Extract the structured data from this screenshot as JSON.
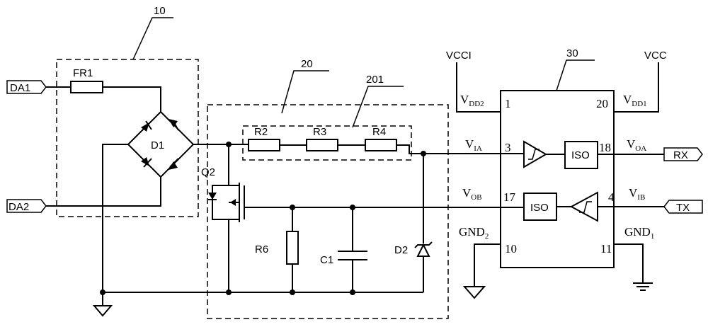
{
  "labels": {
    "block_10": "10",
    "block_20": "20",
    "block_201": "201",
    "block_30": "30",
    "da1": "DA1",
    "da2": "DA2",
    "rx": "RX",
    "tx": "TX",
    "fr1": "FR1",
    "d1": "D1",
    "q2": "Q2",
    "r2": "R2",
    "r3": "R3",
    "r4": "R4",
    "r6": "R6",
    "c1": "C1",
    "d2": "D2",
    "vcci": "VCCI",
    "vcc": "VCC",
    "iso_top": "ISO",
    "iso_bottom": "ISO"
  },
  "ic": {
    "vdd2": {
      "main": "V",
      "sub": "DD2"
    },
    "vdd1": {
      "main": "V",
      "sub": "DD1"
    },
    "via": {
      "main": "V",
      "sub": "IA"
    },
    "voa": {
      "main": "V",
      "sub": "OA"
    },
    "vob": {
      "main": "V",
      "sub": "OB"
    },
    "vib": {
      "main": "V",
      "sub": "IB"
    },
    "gnd2": {
      "main": "GND",
      "sub": "2"
    },
    "gnd1": {
      "main": "GND",
      "sub": "1"
    },
    "pins": {
      "p1": "1",
      "p3": "3",
      "p17": "17",
      "p10": "10",
      "p20": "20",
      "p18": "18",
      "p4": "4",
      "p11": "11"
    }
  }
}
